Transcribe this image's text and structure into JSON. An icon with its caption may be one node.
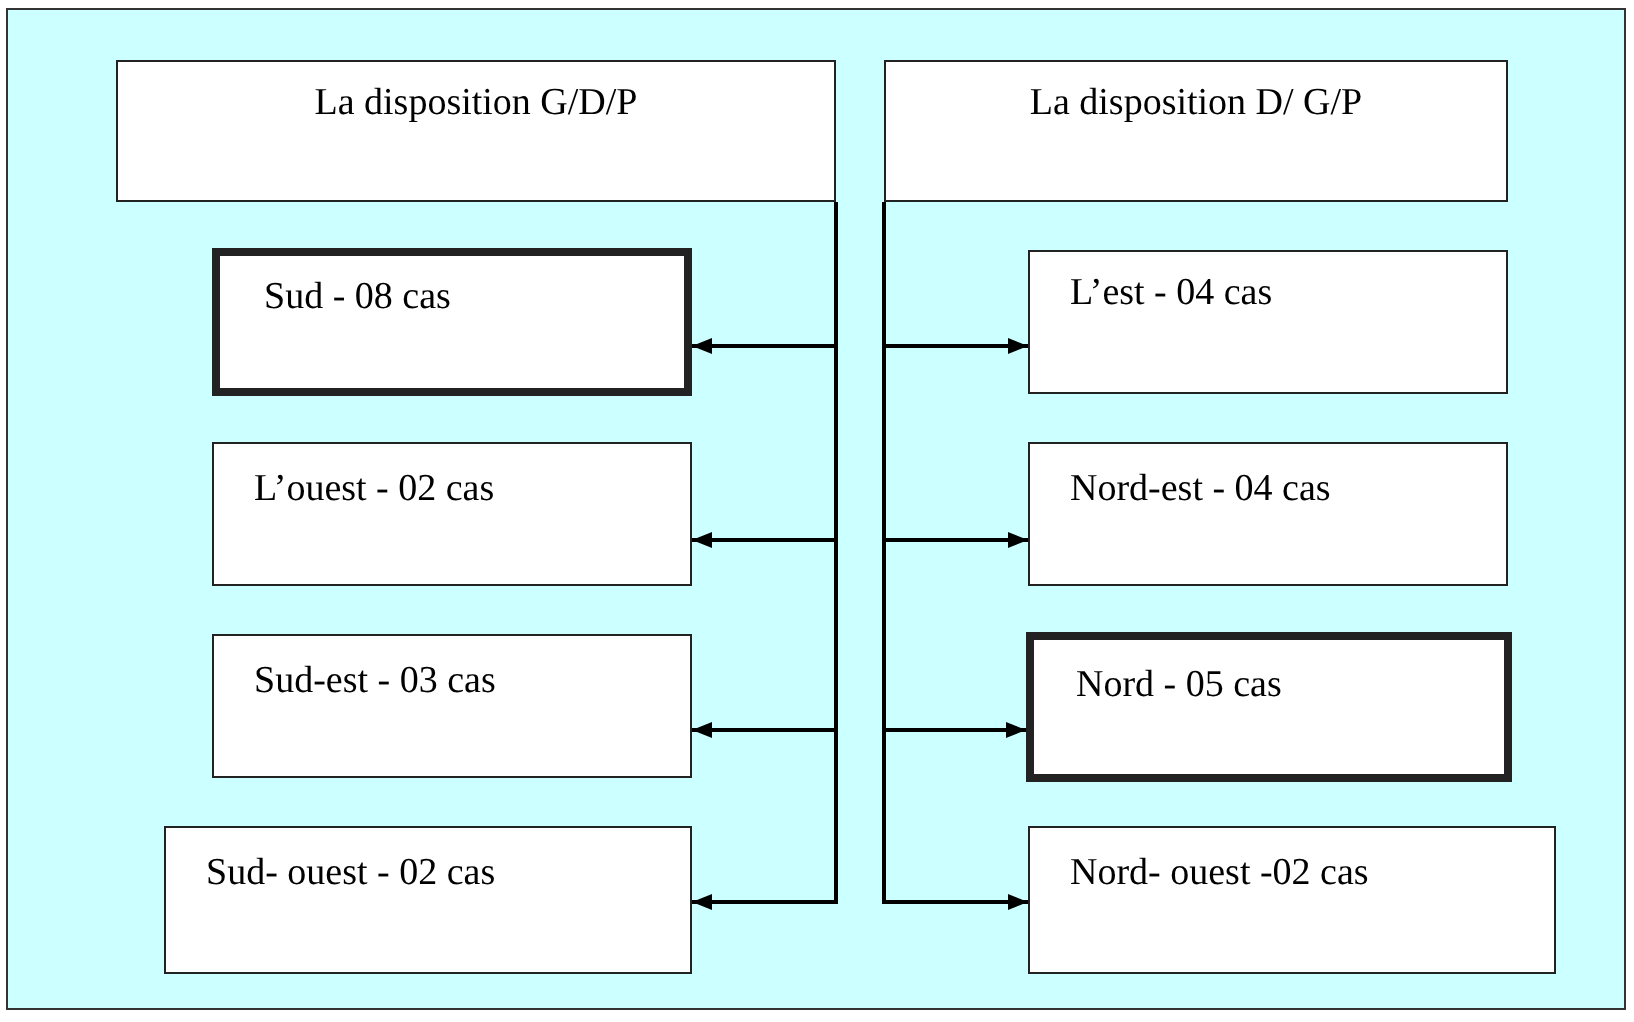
{
  "diagram": {
    "nodes": [
      {
        "text": [
          "La disposition G/D/P"
        ]
      },
      {
        "text": [
          "La disposition D/ G/P"
        ]
      },
      {
        "text": [
          "Sud - 08 cas"
        ]
      },
      {
        "text": [
          "L’ouest - 02 cas"
        ]
      },
      {
        "text": [
          "Sud-est - 03 cas"
        ]
      },
      {
        "text": [
          "Sud- ouest - 02 cas"
        ]
      },
      {
        "text": [
          "L’est - 04 cas"
        ]
      },
      {
        "text": [
          "Nord-est - 04 cas"
        ]
      },
      {
        "text": [
          "Nord - 05 cas"
        ]
      },
      {
        "text": [
          "Nord- ouest -02 cas"
        ]
      }
    ],
    "edges": [
      {
        "from": 0,
        "to": 2,
        "arrow": "to"
      },
      {
        "from": 0,
        "to": 3,
        "arrow": "to"
      },
      {
        "from": 0,
        "to": 4,
        "arrow": "to"
      },
      {
        "from": 0,
        "to": 5,
        "arrow": "to"
      },
      {
        "from": 1,
        "to": 6,
        "arrow": "to"
      },
      {
        "from": 1,
        "to": 7,
        "arrow": "to"
      },
      {
        "from": 1,
        "to": 8,
        "arrow": "to"
      },
      {
        "from": 1,
        "to": 9,
        "arrow": "to"
      }
    ]
  }
}
